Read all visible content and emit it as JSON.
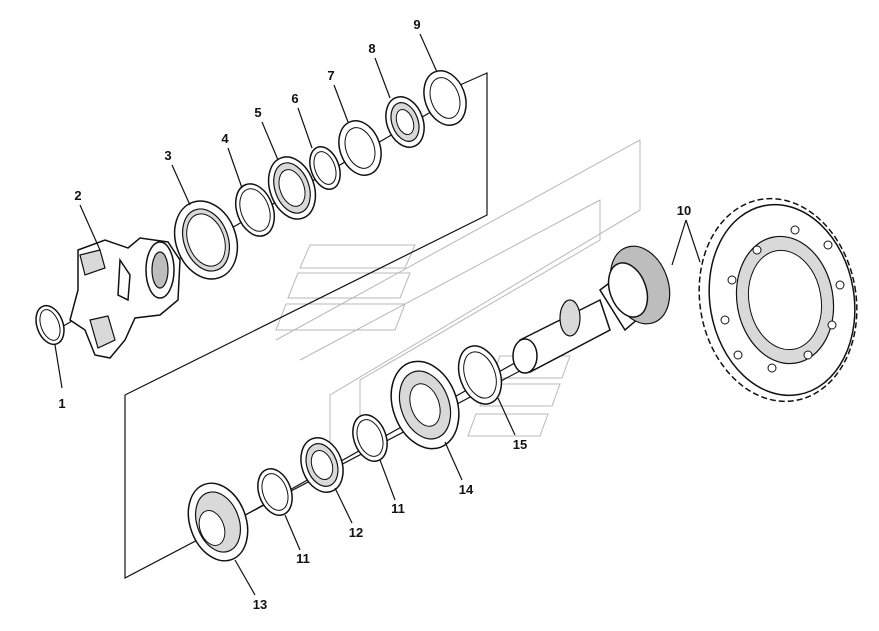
{
  "callouts": {
    "c1": "1",
    "c2": "2",
    "c3": "3",
    "c4": "4",
    "c5": "5",
    "c6": "6",
    "c7": "7",
    "c8": "8",
    "c9": "9",
    "c10": "10",
    "c11a": "11",
    "c11b": "11",
    "c12": "12",
    "c13": "13",
    "c14": "14",
    "c15": "15"
  },
  "icons": [
    "yoke",
    "bearing-cup",
    "snap-ring",
    "bearing-cone",
    "nut",
    "washer",
    "ring-gear",
    "pinion-shaft",
    "seal",
    "shim"
  ]
}
